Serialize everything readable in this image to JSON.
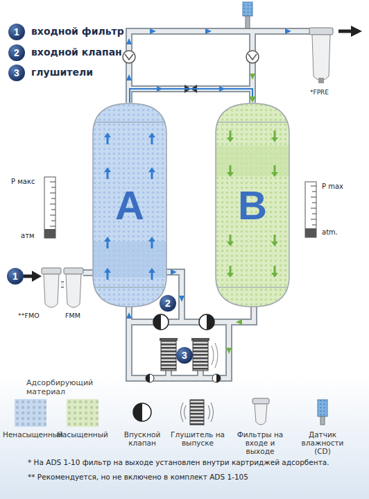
{
  "diagram": {
    "nodes": [
      {
        "text": [
          "A"
        ]
      },
      {
        "text": [
          "B"
        ]
      }
    ],
    "edges": [
      {
        "from": 0,
        "to": 1,
        "arrow": "to"
      }
    ],
    "labels": [
      "1",
      "входной фильтр",
      "2",
      "входной клапан",
      "3",
      "глушители",
      "P макс",
      "атм",
      "P max",
      "atm.",
      "*FPRE",
      "**FMO",
      "FMM",
      "1",
      "2",
      "3",
      "Адсорбирующий материал",
      "* На ADS 1-10 фильтр на выходе установлен внутри картриджей адсорбента.",
      "** Рекомендуется, но не включено в комплект ADS 1-105"
    ],
    "legend": [
      {
        "text": "Ненасыщенный",
        "color": "#c5d9f1"
      },
      {
        "text": "Насыщенный",
        "color": "#dcecc2"
      },
      {
        "text": "Впускной клапан"
      },
      {
        "text": "Глушитель на выпуске"
      },
      {
        "text": "Фильтры на входе и выходе"
      },
      {
        "text": "Датчик влажности (CD)"
      }
    ]
  }
}
